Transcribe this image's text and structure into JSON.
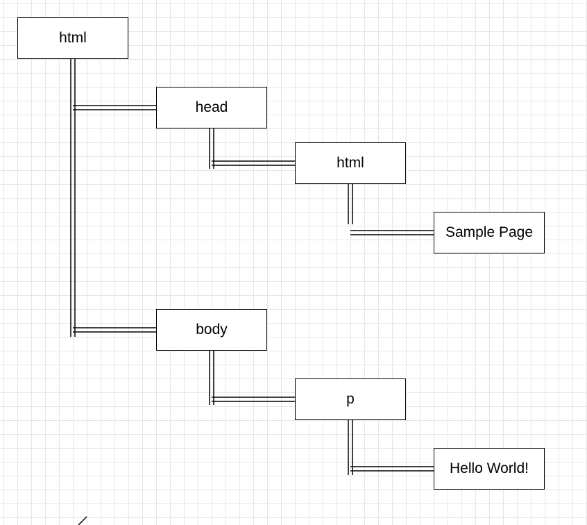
{
  "diagram": {
    "nodes": [
      {
        "id": "html-root",
        "label": "html"
      },
      {
        "id": "head",
        "label": "head"
      },
      {
        "id": "title",
        "label": "html"
      },
      {
        "id": "title-text",
        "label": "Sample Page"
      },
      {
        "id": "body",
        "label": "body"
      },
      {
        "id": "p",
        "label": "p"
      },
      {
        "id": "p-text",
        "label": "Hello World!"
      }
    ],
    "edges": [
      {
        "from": "html-root",
        "to": "head"
      },
      {
        "from": "html-root",
        "to": "body"
      },
      {
        "from": "head",
        "to": "title"
      },
      {
        "from": "title",
        "to": "title-text"
      },
      {
        "from": "body",
        "to": "p"
      },
      {
        "from": "p",
        "to": "p-text"
      }
    ],
    "colors": {
      "line": "#000000",
      "node_border": "#000000",
      "node_fill": "#ffffff",
      "grid": "#e6e6e6"
    }
  }
}
